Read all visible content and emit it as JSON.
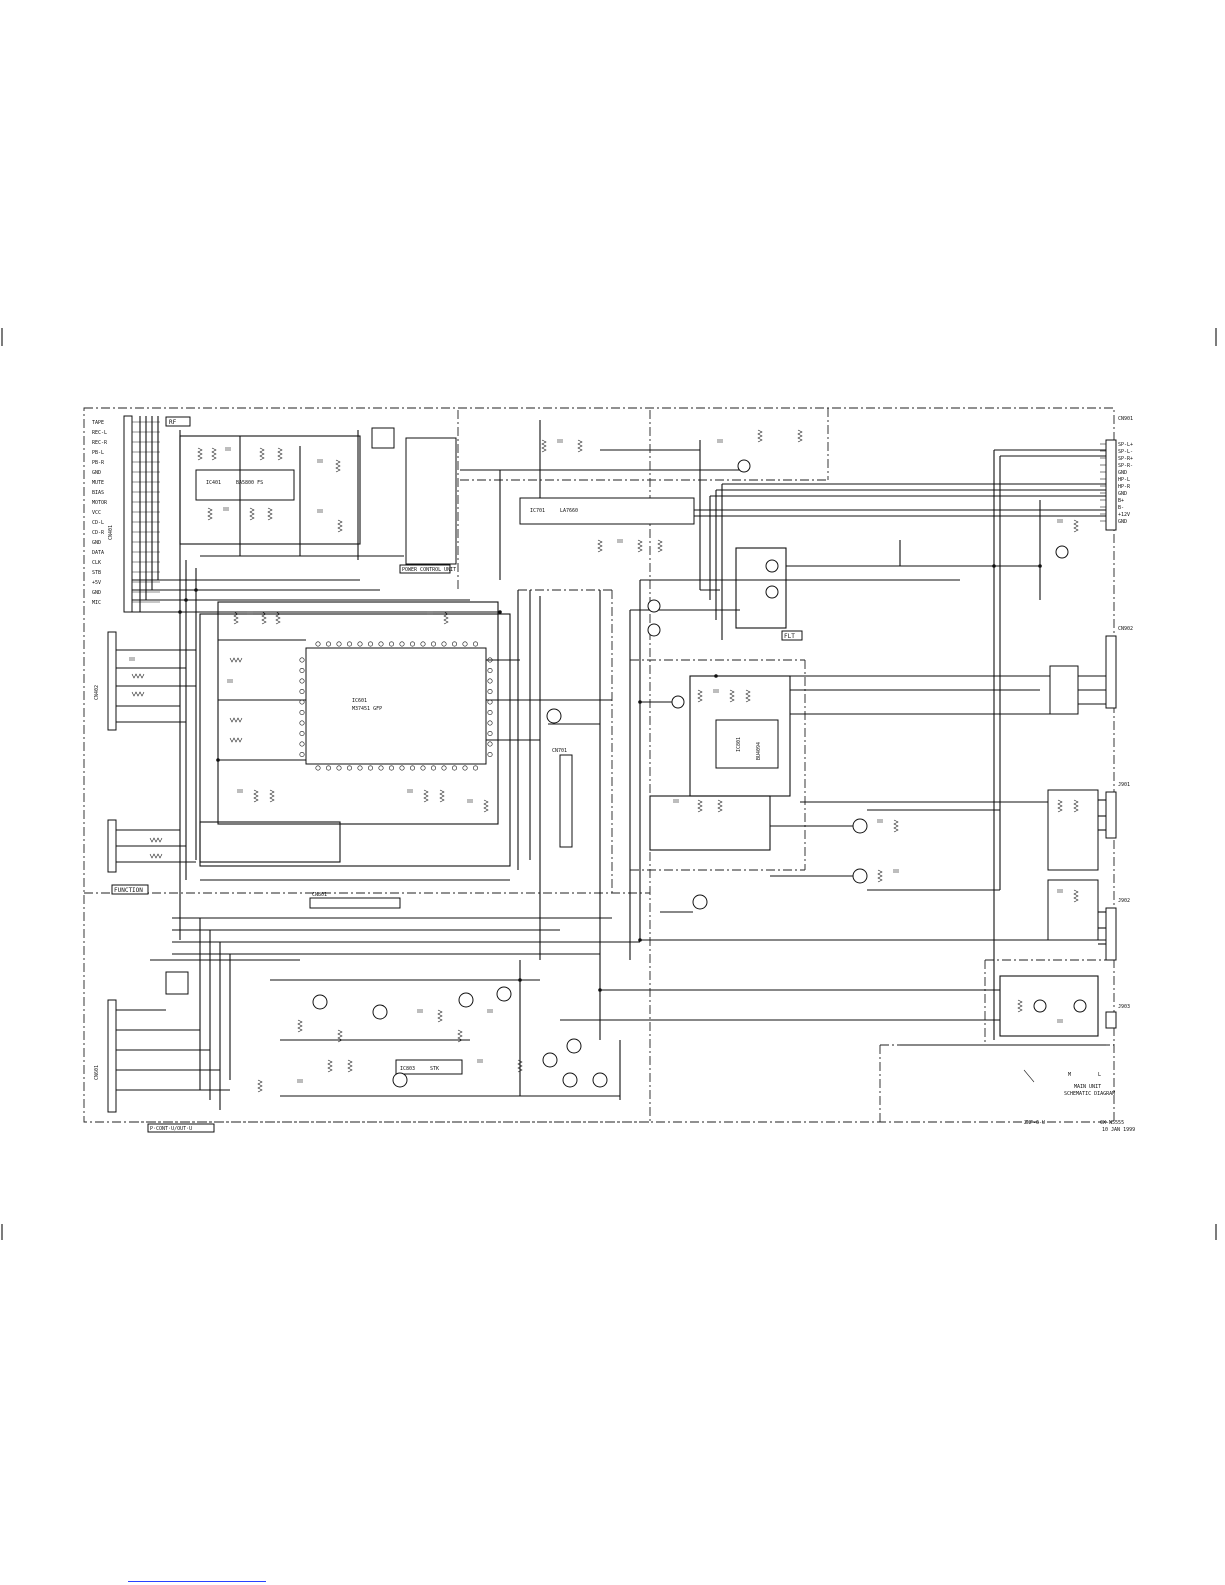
{
  "document": {
    "title_lines": [
      "MAIN UNIT",
      "SCHEMATIC DIAGRAM"
    ],
    "page_code": "ZNF-6-U",
    "model": "CX-N5555",
    "date": "10 JAN 1999"
  },
  "blocks": {
    "rf_unit": "RF",
    "function_unit": "FUNCTION",
    "power_unit": "POWER CONTROL UNIT",
    "flt_unit": "FLT",
    "bottom_unit": "P·CONT·U/OUT·U"
  },
  "ics": {
    "ic401": {
      "ref": "IC401",
      "part": "BA5800 FS"
    },
    "ic601": {
      "ref": "IC601",
      "part": "M37451 GFP"
    },
    "ic701": {
      "ref": "IC701",
      "part": "LA7660"
    },
    "ic801": {
      "ref": "IC801",
      "part": "BU4094"
    },
    "ic803": {
      "ref": "IC803",
      "part": "STK"
    }
  },
  "connectors": {
    "cn401": "CN401",
    "cn402": "CN402",
    "cn601": "CN601",
    "cn701": "CN701",
    "cn801": "CN801",
    "cn901": "CN901",
    "cn902": "CN902",
    "j901": "J901",
    "j902": "J902",
    "j903": "J903"
  },
  "left_pins": [
    "TAPE",
    "REC-L",
    "REC-R",
    "PB-L",
    "PB-R",
    "GND",
    "MUTE",
    "BIAS",
    "MOTOR",
    "VCC",
    "CD-L",
    "CD-R",
    "GND",
    "DATA",
    "CLK",
    "STB",
    "+5V",
    "GND",
    "MIC"
  ],
  "right_pins": [
    "SP-L+",
    "SP-L-",
    "SP-R+",
    "SP-R-",
    "GND",
    "HP-L",
    "HP-R",
    "GND",
    "B+",
    "B-",
    "+12V",
    "GND"
  ],
  "callouts": {
    "legend_note": "M",
    "legend_sub": "L"
  }
}
